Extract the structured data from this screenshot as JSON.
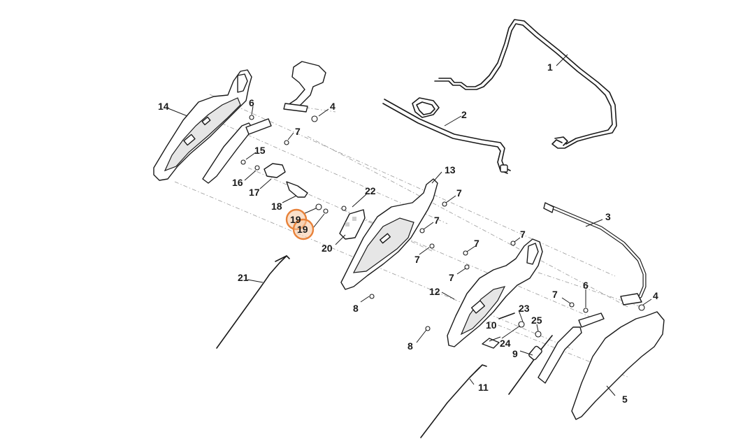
{
  "diagram": {
    "labels": {
      "p1": "1",
      "p2": "2",
      "p3": "3",
      "p4a": "4",
      "p4b": "4",
      "p5": "5",
      "p6a": "6",
      "p6b": "6",
      "p7a": "7",
      "p7b": "7",
      "p7c": "7",
      "p7d": "7",
      "p7e": "7",
      "p7f": "7",
      "p7g": "7",
      "p7h": "7",
      "p8a": "8",
      "p8b": "8",
      "p9": "9",
      "p10": "10",
      "p11": "11",
      "p12": "12",
      "p13": "13",
      "p14": "14",
      "p15": "15",
      "p16": "16",
      "p17": "17",
      "p18": "18",
      "p19a": "19",
      "p19b": "19",
      "p20": "20",
      "p21": "21",
      "p22": "22",
      "p23": "23",
      "p24": "24",
      "p25": "25"
    },
    "highlight_color": "#e8823a"
  }
}
